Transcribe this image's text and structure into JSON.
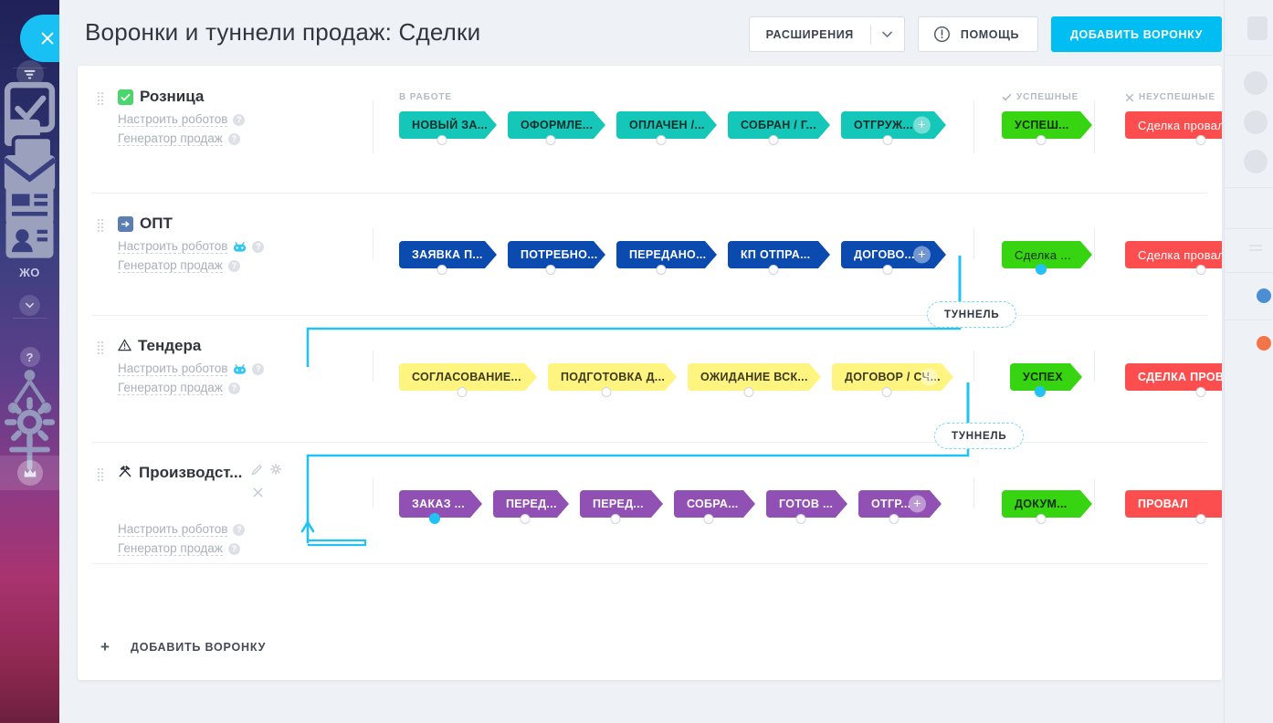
{
  "header": {
    "title": "Воронки и туннели продаж: Сделки",
    "extensions_label": "РАСШИРЕНИЯ",
    "help_label": "ПОМОЩЬ",
    "add_funnel_label": "ДОБАВИТЬ ВОРОНКУ"
  },
  "columns": {
    "in_work": "В РАБОТЕ",
    "success": "УСПЕШНЫЕ",
    "fail": "НЕУСПЕШНЫЕ"
  },
  "sidebar": {
    "items": [
      {
        "name": "close",
        "icon": "close-icon"
      },
      {
        "name": "funnel",
        "icon": "filter-icon"
      },
      {
        "name": "tasks",
        "icon": "checkbox-icon"
      },
      {
        "name": "chat",
        "icon": "chat-icon"
      },
      {
        "name": "mail",
        "icon": "mail-icon"
      },
      {
        "name": "feed",
        "icon": "news-icon"
      },
      {
        "name": "contacts",
        "icon": "contact-card-icon"
      },
      {
        "name": "live-feed",
        "label": "ЖО"
      },
      {
        "name": "more",
        "icon": "chevron-down-icon"
      },
      {
        "name": "help",
        "icon": "question-icon"
      },
      {
        "name": "automation",
        "icon": "network-icon"
      },
      {
        "name": "settings",
        "icon": "gear-icon"
      },
      {
        "name": "add",
        "icon": "plus-icon"
      },
      {
        "name": "subscription",
        "icon": "crown-icon"
      }
    ]
  },
  "funnel_links": {
    "robots": "Настроить роботов",
    "generator": "Генератор продаж"
  },
  "funnels": [
    {
      "name": "Розница",
      "emoji": "check",
      "accent": "#15c7b8",
      "text_color": "#0b2e2b",
      "has_robot_badge": false,
      "has_tools": false,
      "stages": [
        {
          "label": "НОВЫЙ ЗА...",
          "width": 94
        },
        {
          "label": "ОФОРМЛЕ...",
          "width": 94
        },
        {
          "label": "ОПЛАЧЕН /...",
          "width": 97
        },
        {
          "label": "СОБРАН / Г...",
          "width": 99
        },
        {
          "label": "ОТГРУЖ...",
          "width": 102,
          "plus": true
        }
      ],
      "success": {
        "label": "УСПЕШ...",
        "width": 86,
        "color": "#37d411",
        "text_color": "#0a2d00"
      },
      "fail": {
        "label": "Сделка провалена",
        "width": 166,
        "color": "#fc4e4e",
        "text_color": "#ffffff",
        "plus": true
      }
    },
    {
      "name": "ОПТ",
      "emoji": "arrow",
      "accent": "#0b4bb0",
      "text_color": "#ffffff",
      "has_robot_badge": true,
      "has_tools": false,
      "stages": [
        {
          "label": "ЗАЯВКА П...",
          "width": 94
        },
        {
          "label": "ПОТРЕБНО...",
          "width": 94
        },
        {
          "label": "ПЕРЕДАНО...",
          "width": 97
        },
        {
          "label": "КП ОТПРА...",
          "width": 99
        },
        {
          "label": "ДОГОВО...",
          "width": 102,
          "plus": true
        }
      ],
      "success": {
        "label": "Сделка ...",
        "width": 86,
        "color": "#37d411",
        "text_color": "#0a2d00"
      },
      "fail": {
        "label": "Сделка провалена",
        "width": 166,
        "color": "#fc4e4e",
        "text_color": "#ffffff",
        "plus": true
      },
      "tunnel": {
        "label": "ТУННЕЛЬ"
      }
    },
    {
      "name": "Тендера",
      "emoji": "warning",
      "accent": "#fff480",
      "text_color": "#3a3a1b",
      "has_robot_badge": true,
      "has_tools": false,
      "stages": [
        {
          "label": "СОГЛАСОВАНИЕ...",
          "width": 138
        },
        {
          "label": "ПОДГОТОВКА Д...",
          "width": 128
        },
        {
          "label": "ОЖИДАНИЕ ВСК...",
          "width": 133
        },
        {
          "label": "ДОГОВОР / СЧ...",
          "width": 120,
          "plus": true
        }
      ],
      "success": {
        "label": "УСПЕХ",
        "width": 66,
        "color": "#37d411",
        "text_color": "#0a2d00"
      },
      "fail": {
        "label": "СДЕЛКА ПРОВАЛЕНА",
        "width": 166,
        "color": "#fc4e4e",
        "text_color": "#ffffff",
        "plus": true
      },
      "tunnel": {
        "label": "ТУННЕЛЬ"
      }
    },
    {
      "name": "Производст...",
      "emoji": "hammer",
      "accent": "#9150b4",
      "text_color": "#ffffff",
      "has_robot_badge": false,
      "has_tools": true,
      "stages": [
        {
          "label": "ЗАКАЗ ...",
          "width": 78,
          "active_nub": true
        },
        {
          "label": "ПЕРЕД...",
          "width": 70
        },
        {
          "label": "ПЕРЕД...",
          "width": 78
        },
        {
          "label": "СОБРА...",
          "width": 76
        },
        {
          "label": "ГОТОВ ...",
          "width": 76
        },
        {
          "label": "ОТГР...",
          "width": 78,
          "plus": true
        }
      ],
      "success": {
        "label": "ДОКУМ...",
        "width": 86,
        "color": "#37d411",
        "text_color": "#0a2d00"
      },
      "fail": {
        "label": "ПРОВАЛ",
        "width": 166,
        "color": "#fc4e4e",
        "text_color": "#ffffff",
        "plus": true
      }
    }
  ],
  "footer": {
    "add_funnel_label": "ДОБАВИТЬ ВОРОНКУ"
  }
}
